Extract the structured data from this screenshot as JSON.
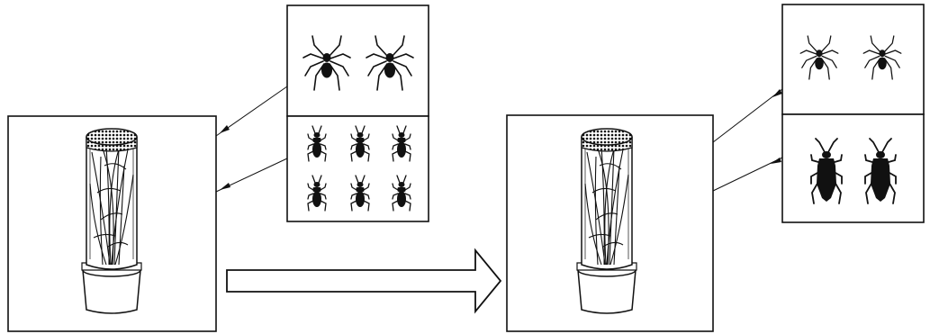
{
  "diagram": {
    "stages": [
      {
        "id": "initial",
        "enclosure": "mesh-cage-with-grass",
        "contents": [
          {
            "organism": "spider",
            "count": 2
          },
          {
            "organism": "cricket-nymph",
            "count": 6
          }
        ]
      },
      {
        "id": "final",
        "enclosure": "mesh-cage-with-grass",
        "contents": [
          {
            "organism": "spider",
            "count": 2
          },
          {
            "organism": "cricket-adult",
            "count": 2
          }
        ]
      }
    ],
    "transition": "arrow-right"
  },
  "colors": {
    "ink": "#111111",
    "background": "#ffffff"
  }
}
